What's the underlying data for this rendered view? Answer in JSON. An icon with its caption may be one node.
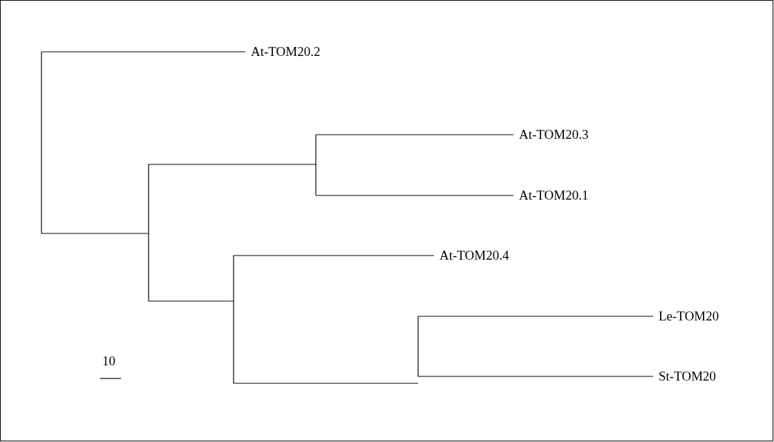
{
  "diagram": {
    "nodes": [
      {
        "text": [
          "At-TOM20.2"
        ]
      },
      {
        "text": [
          "At-TOM20.3"
        ]
      },
      {
        "text": [
          "At-TOM20.1"
        ]
      },
      {
        "text": [
          "At-TOM20.4"
        ]
      },
      {
        "text": [
          "Le-TOM20"
        ]
      },
      {
        "text": [
          "St-TOM20"
        ]
      }
    ],
    "labels": [
      "10"
    ]
  }
}
